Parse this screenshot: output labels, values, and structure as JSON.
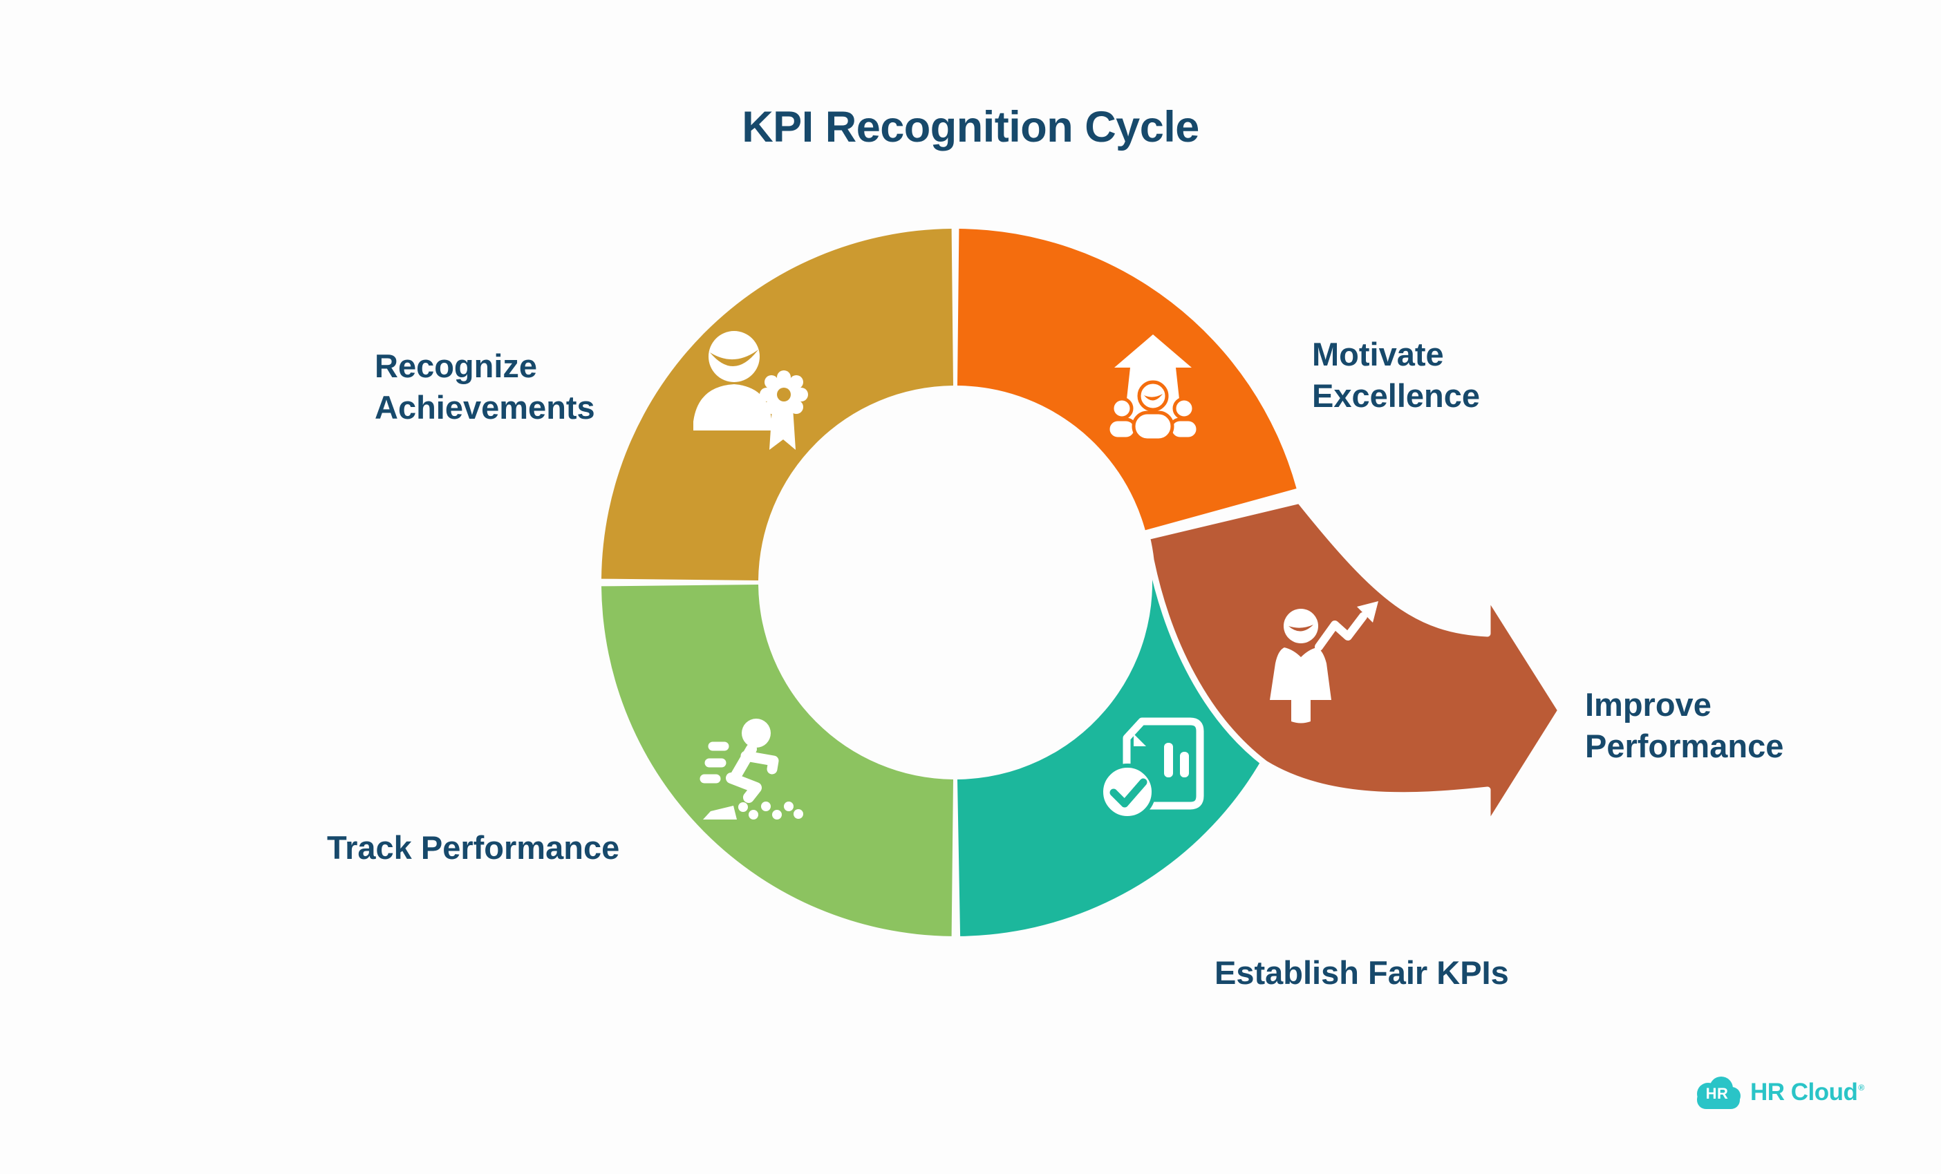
{
  "title": "KPI Recognition Cycle",
  "steps": [
    {
      "name": "Recognize Achievements",
      "lines": [
        "Recognize",
        "Achievements"
      ],
      "color": "#CC9A30",
      "icon": "award-person-icon"
    },
    {
      "name": "Motivate Excellence",
      "lines": [
        "Motivate",
        "Excellence"
      ],
      "color": "#F46D0E",
      "icon": "team-growth-icon"
    },
    {
      "name": "Improve Performance",
      "lines": [
        "Improve",
        "Performance"
      ],
      "color": "#BB5B36",
      "icon": "person-progress-icon"
    },
    {
      "name": "Establish Fair KPIs",
      "lines": [
        "Establish Fair KPIs"
      ],
      "color": "#1CB79C",
      "icon": "verified-report-icon"
    },
    {
      "name": "Track Performance",
      "lines": [
        "Track Performance"
      ],
      "color": "#8CC360",
      "icon": "sprinting-person-icon"
    }
  ],
  "colors": {
    "text": "#17496B",
    "background": "#FDFDFD",
    "gold": "#CC9A30",
    "orange": "#F46D0E",
    "rust": "#BB5B36",
    "teal": "#1CB79C",
    "green": "#8CC360",
    "logo": "#2AC4C7"
  },
  "logo": {
    "badge": "HR",
    "brand": "HR Cloud",
    "registered": "®"
  }
}
